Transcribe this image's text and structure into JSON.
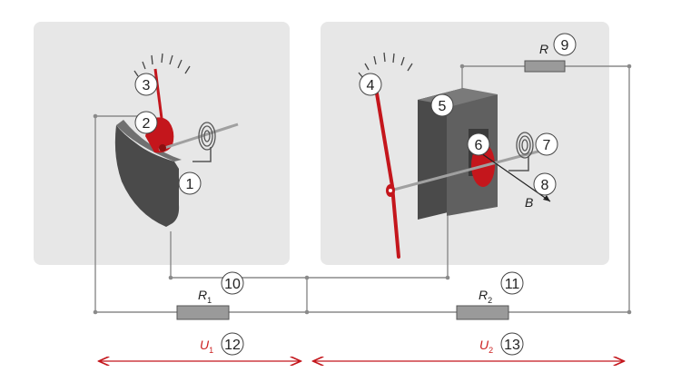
{
  "colors": {
    "panel": "#e7e7e7",
    "wire": "#8a8a8a",
    "metal": "#555555",
    "accent": "#c4161c",
    "resistor": "#9a9a9a",
    "badge_fill": "#ffffff",
    "badge_stroke": "#444444"
  },
  "markers": [
    "1",
    "2",
    "3",
    "4",
    "5",
    "6",
    "7",
    "8",
    "9",
    "10",
    "11",
    "12",
    "13"
  ],
  "labels": {
    "r": "R",
    "r1_main": "R",
    "r1_sub": "1",
    "r2_main": "R",
    "r2_sub": "2",
    "b": "B",
    "u1_main": "U",
    "u1_sub": "1",
    "u2_main": "U",
    "u2_sub": "2"
  }
}
